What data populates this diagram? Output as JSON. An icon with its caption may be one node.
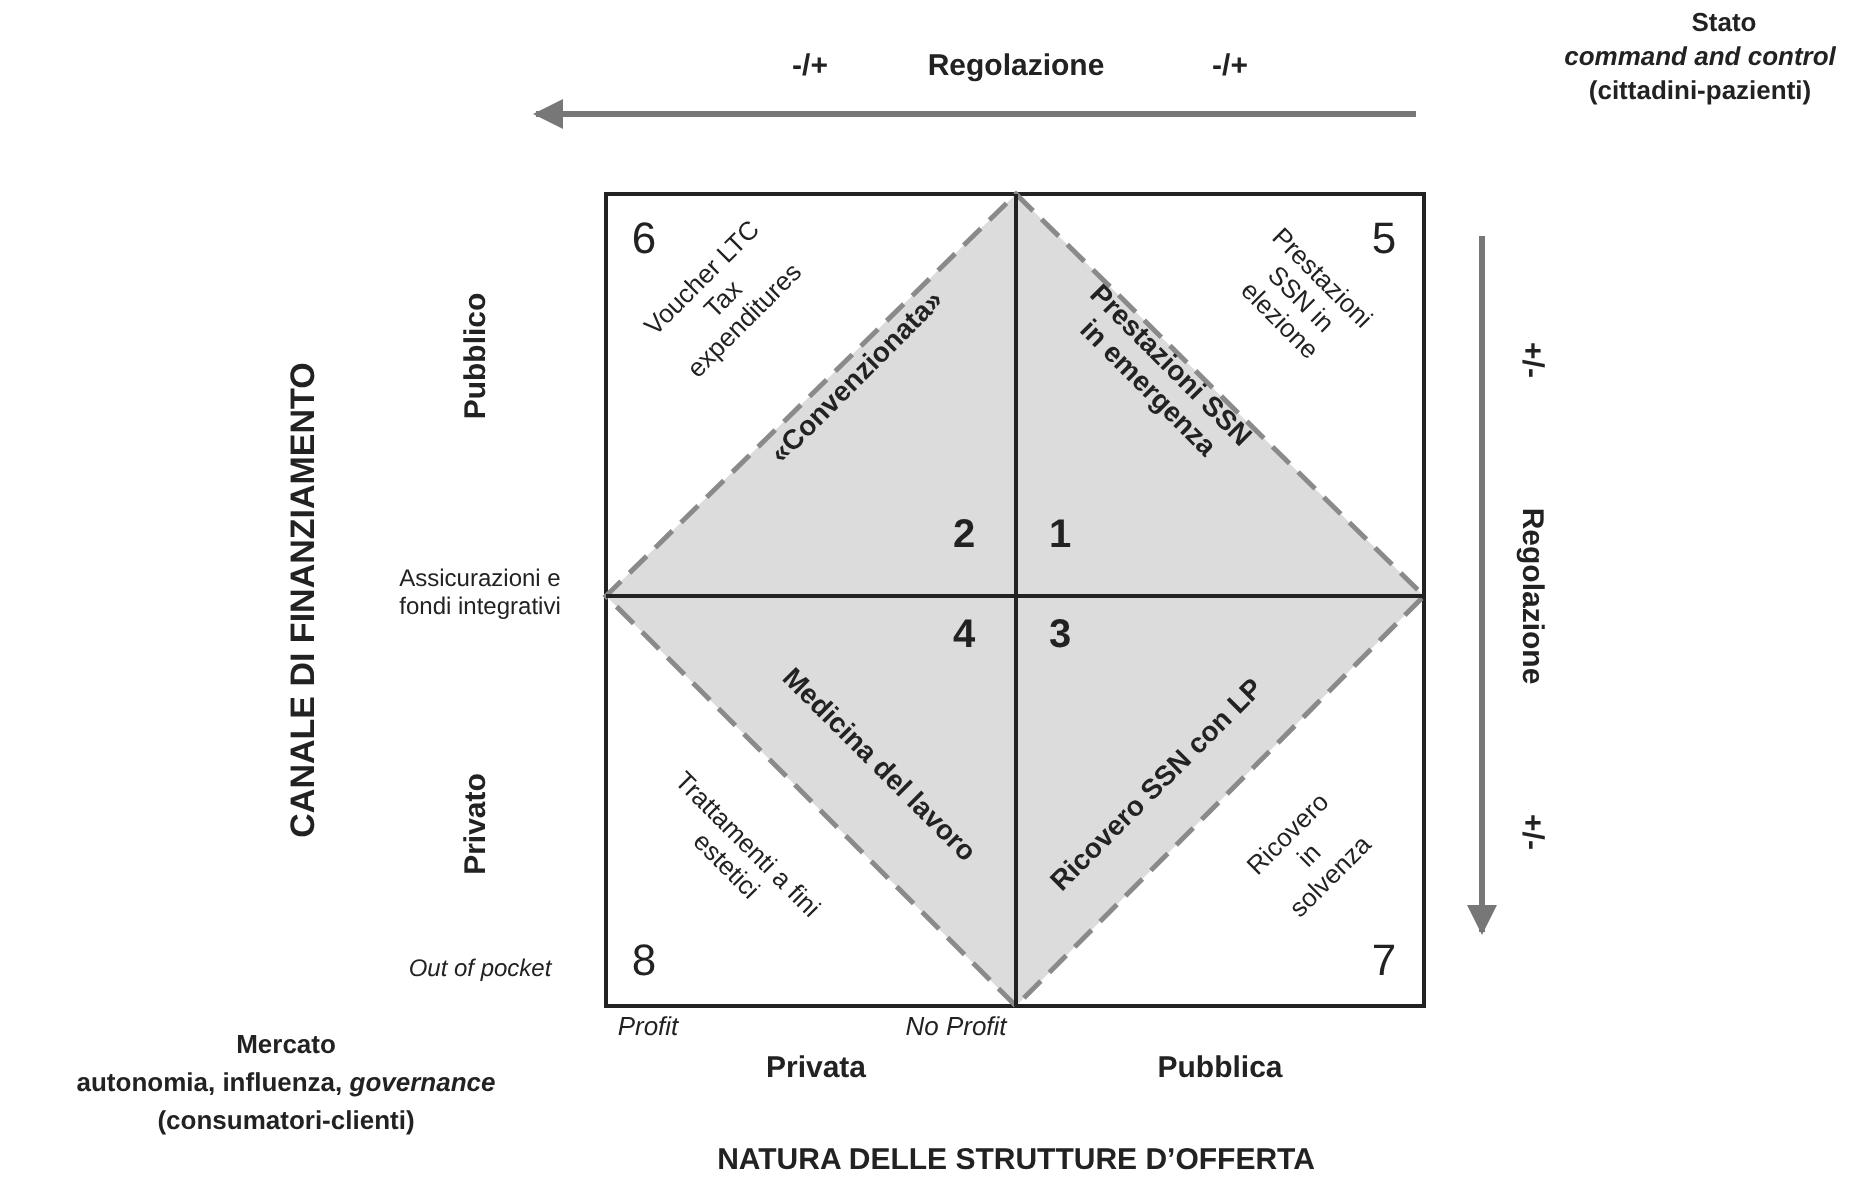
{
  "diagram": {
    "labels": [
      "Stato",
      "command and control",
      "(cittadini-pazienti)",
      "-/+",
      "Regolazione",
      "-/+",
      "6",
      "Voucher LTC Tax expenditures",
      "«Convenzionata»",
      "Prestazioni SSN in emergenza",
      "Prestazioni SSN in elezione",
      "5",
      "CANALE DI FINANZIAMENTO",
      "Pubblico",
      "+/-",
      "Regolazione",
      "2",
      "1",
      "Assicurazioni e fondi integrativi",
      "4",
      "3",
      "Privato",
      "Medicina del lavoro",
      "Ricovero SSN con LP",
      "Trattamenti a fini estetici",
      "Ricovero in solvenza",
      "+/-",
      "Out of pocket",
      "8",
      "7",
      "Profit",
      "No Profit",
      "Mercato",
      "autonomia, influenza, *governance*",
      "(consumatori-clienti)",
      "Privata",
      "Pubblica",
      "NATURA DELLE STRUTTURE D’OFFERTA"
    ]
  }
}
